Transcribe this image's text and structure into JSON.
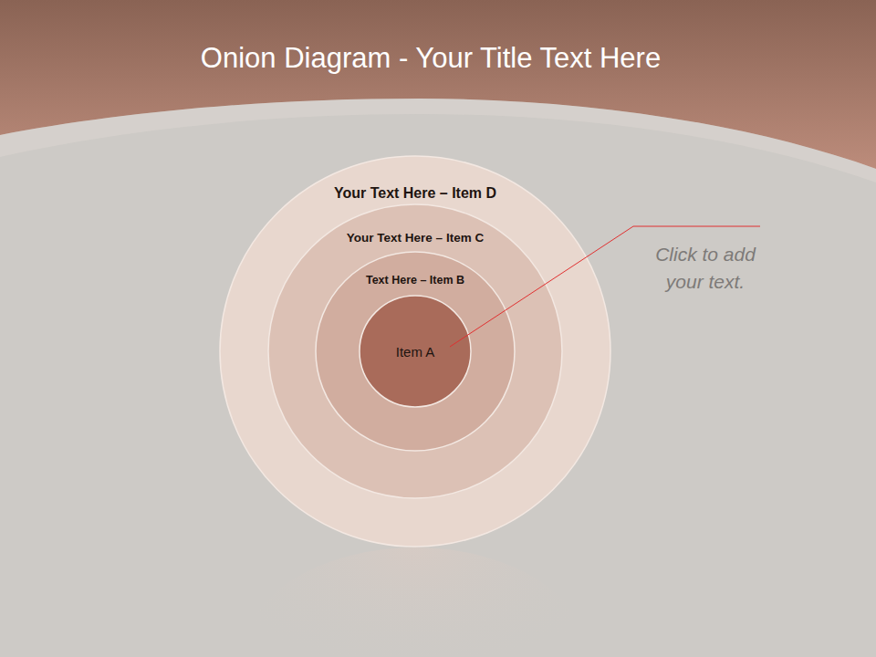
{
  "diagram": {
    "title": "Onion Diagram - Your Title Text Here",
    "nodes": [
      {
        "text": [
          "Your Text Here – Item D"
        ]
      },
      {
        "text": [
          "Your Text Here – Item C"
        ],
        "in": 0
      },
      {
        "text": [
          "Text Here – Item B"
        ],
        "in": 1
      },
      {
        "text": [
          "Item A"
        ],
        "in": 2
      }
    ],
    "labels": [
      "Click to add your text."
    ]
  }
}
